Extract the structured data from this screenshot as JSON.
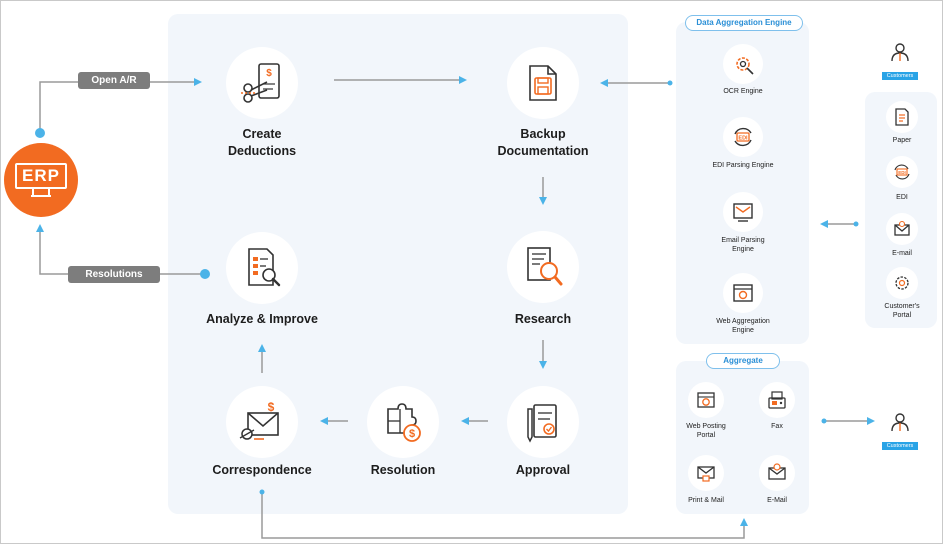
{
  "flow": {
    "open_ar": "Open A/R",
    "resolutions": "Resolutions",
    "erp": "ERP",
    "steps": {
      "create": [
        "Create",
        "Deductions"
      ],
      "backup": [
        "Backup",
        "Documentation"
      ],
      "research": "Research",
      "approval": "Approval",
      "resolution": "Resolution",
      "correspondence": "Correspondence",
      "analyze": "Analyze & Improve"
    }
  },
  "data_aggregation": {
    "title": "Data Aggregation Engine",
    "items": [
      {
        "label": [
          "OCR Engine"
        ],
        "icon": "ocr-gear-icon"
      },
      {
        "label": [
          "EDI Parsing Engine"
        ],
        "icon": "edi-cycle-icon"
      },
      {
        "label": [
          "Email Parsing",
          "Engine"
        ],
        "icon": "email-screen-icon"
      },
      {
        "label": [
          "Web Aggregation",
          "Engine"
        ],
        "icon": "web-page-icon"
      }
    ]
  },
  "sources": {
    "customers_label": "Customers",
    "items": [
      {
        "label": [
          "Paper"
        ],
        "icon": "paper-icon"
      },
      {
        "label": [
          "EDI"
        ],
        "icon": "edi-cycle-icon"
      },
      {
        "label": [
          "E-mail"
        ],
        "icon": "envelope-icon"
      },
      {
        "label": [
          "Customer's",
          "Portal"
        ],
        "icon": "portal-gear-icon"
      }
    ]
  },
  "aggregate": {
    "title": "Aggregate",
    "items": [
      {
        "label": [
          "Web Posting",
          "Portal"
        ],
        "icon": "web-posting-icon"
      },
      {
        "label": [
          "Fax"
        ],
        "icon": "fax-icon"
      },
      {
        "label": [
          "Print & Mail"
        ],
        "icon": "print-mail-icon"
      },
      {
        "label": [
          "E-Mail"
        ],
        "icon": "email-icon"
      }
    ],
    "customers_label": "Customers"
  },
  "colors": {
    "orange": "#f26b21",
    "blue": "#4bb3e8",
    "panel": "#f2f6fb",
    "gray": "#7d7d7d"
  }
}
